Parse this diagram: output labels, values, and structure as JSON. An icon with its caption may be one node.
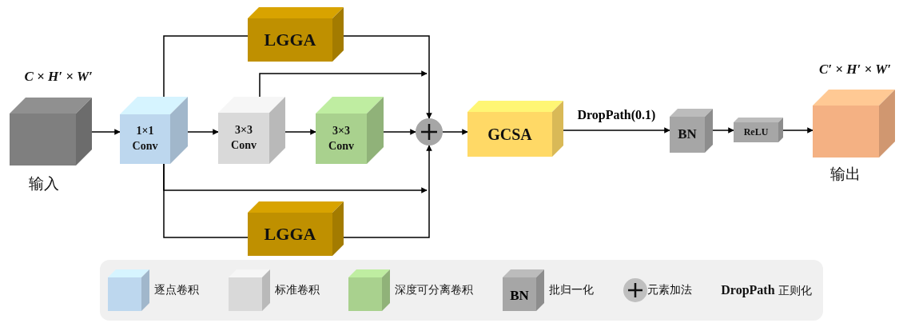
{
  "diagram": {
    "nodes": [
      {
        "text": [],
        "shape": "box",
        "beside": [
          "C × H′ × W′",
          "输入"
        ]
      },
      {
        "text": [
          "1×1 Conv"
        ]
      },
      {
        "text": [
          "3×3 Conv"
        ]
      },
      {
        "text": [
          "3×3 Conv"
        ]
      },
      {
        "text": [
          "LGGA"
        ]
      },
      {
        "text": [
          "LGGA"
        ]
      },
      {
        "text": [],
        "shape": "circle"
      },
      {
        "text": [
          "GCSA"
        ]
      },
      {
        "text": [
          "BN"
        ]
      },
      {
        "text": [
          "ReLU"
        ]
      },
      {
        "text": [],
        "shape": "box",
        "beside": [
          "C′ × H′ × W′",
          "输出"
        ]
      }
    ],
    "edges": [
      {
        "from": 0,
        "to": 1,
        "arrow": "to"
      },
      {
        "from": 1,
        "to": 2,
        "arrow": "to"
      },
      {
        "from": 2,
        "to": 3,
        "arrow": "to"
      },
      {
        "from": 3,
        "to": 6,
        "arrow": "to"
      },
      {
        "from": 1,
        "to": 4,
        "arrow": "none"
      },
      {
        "from": 4,
        "to": 6,
        "arrow": "to"
      },
      {
        "from": 2,
        "to": 6,
        "arrow": "to"
      },
      {
        "from": 1,
        "to": 6,
        "arrow": "to"
      },
      {
        "from": 1,
        "to": 5,
        "arrow": "none"
      },
      {
        "from": 5,
        "to": 6,
        "arrow": "to"
      },
      {
        "from": 6,
        "to": 7,
        "arrow": "to"
      },
      {
        "from": 7,
        "to": 8,
        "arrow": "to",
        "label": "DropPath(0.1)"
      },
      {
        "from": 8,
        "to": 9,
        "arrow": "to"
      },
      {
        "from": 9,
        "to": 10,
        "arrow": "to"
      }
    ],
    "labels": [
      "BN"
    ],
    "legend": [
      {
        "text": "逐点卷积",
        "color": "#bdd7ee"
      },
      {
        "text": "标准卷积",
        "color": "#d9d9d9"
      },
      {
        "text": "深度可分离卷积",
        "color": "#a9d18e"
      },
      {
        "text": "批归一化",
        "color": "#a6a6a6"
      },
      {
        "text": "元素加法"
      },
      {
        "text": "**DropPath** 正则化"
      }
    ]
  }
}
